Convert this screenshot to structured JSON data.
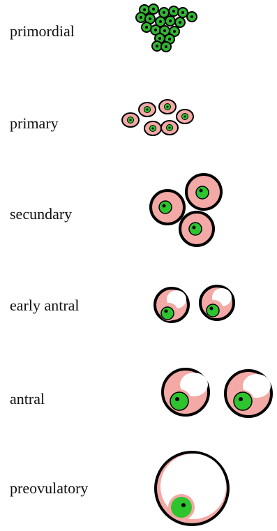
{
  "stages": [
    {
      "id": "primordial",
      "label": "primordial"
    },
    {
      "id": "primary",
      "label": "primary"
    },
    {
      "id": "secundary",
      "label": "secundary"
    },
    {
      "id": "early-antral",
      "label": "early antral"
    },
    {
      "id": "antral",
      "label": "antral"
    },
    {
      "id": "preovulatory",
      "label": "preovulatory"
    }
  ],
  "colors": {
    "outline": "#000000",
    "granulosa_pink": "#f3a9a6",
    "oocyte_green": "#2ec42e",
    "nucleus": "#000000",
    "antrum": "#ffffff",
    "primordial_green": "#33b533"
  }
}
